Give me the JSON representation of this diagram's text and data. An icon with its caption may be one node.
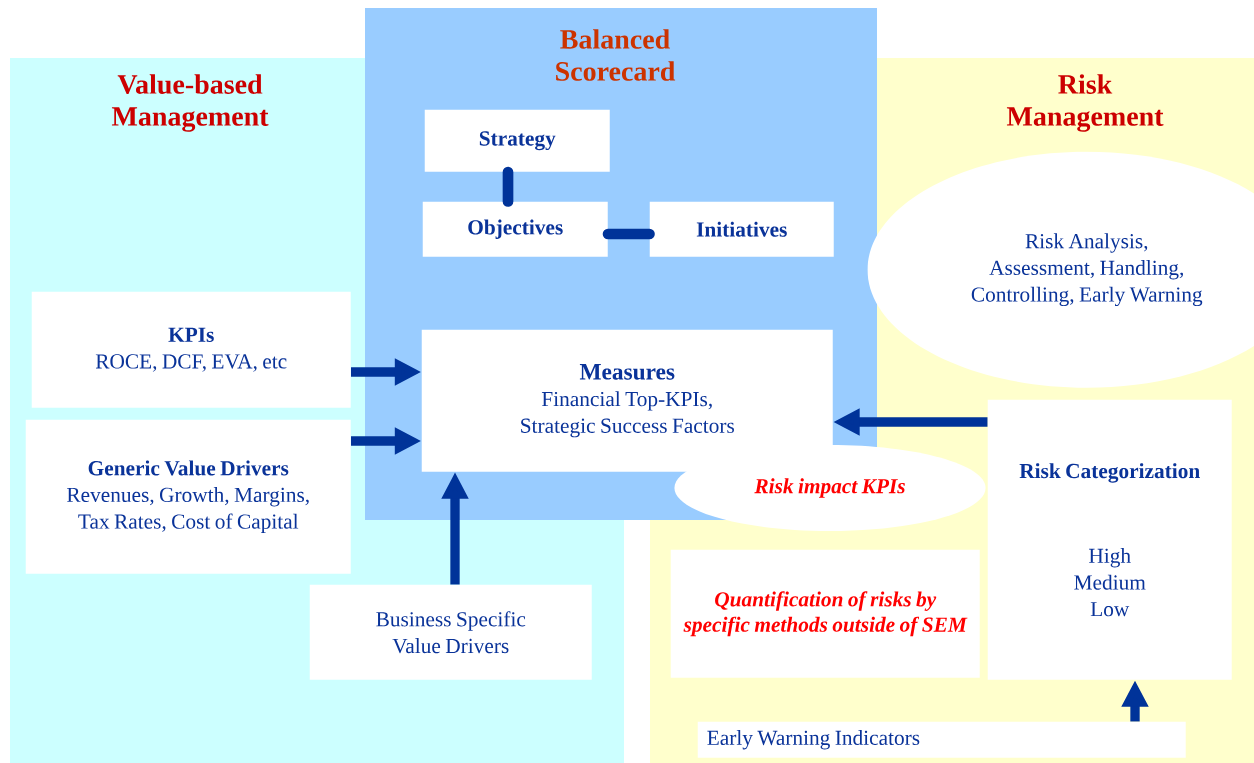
{
  "diagram": {
    "nodes": [
      {
        "text": [
          "Value-based Management"
        ]
      },
      {
        "text": [
          "Balanced Scorecard"
        ]
      },
      {
        "text": [
          "Risk Management"
        ]
      },
      {
        "text": [
          "Strategy"
        ],
        "in": 1
      },
      {
        "text": [
          "Objectives"
        ],
        "in": 1
      },
      {
        "text": [
          "Initiatives"
        ],
        "in": 1
      },
      {
        "text": [
          "Measures",
          "Financial Top-KPIs, Strategic Success Factors"
        ],
        "in": 1
      },
      {
        "text": [
          "Risk Analysis, Assessment, Handling, Controlling, Early Warning"
        ],
        "in": 2
      },
      {
        "text": [
          "KPIs",
          "ROCE, DCF, EVA, etc"
        ],
        "in": 0
      },
      {
        "text": [
          "Generic Value Drivers",
          "Revenues, Growth, Margins, Tax Rates, Cost of Capital"
        ],
        "in": 0
      },
      {
        "text": [
          "Risk impact KPIs"
        ]
      },
      {
        "text": [
          "Risk Categorization",
          "High Medium Low"
        ],
        "in": 2
      },
      {
        "text": [
          "Quantification of risks by specific methods outside of SEM"
        ],
        "in": 2
      },
      {
        "text": [
          "Business Specific Value Drivers"
        ],
        "in": 0
      },
      {
        "text": [
          "Early Warning Indicators"
        ],
        "in": 2
      }
    ],
    "edges": [
      {
        "from": 3,
        "to": 4,
        "arrow": "none"
      },
      {
        "from": 4,
        "to": 5,
        "arrow": "none"
      },
      {
        "from": 8,
        "to": 6,
        "arrow": "to"
      },
      {
        "from": 9,
        "to": 6,
        "arrow": "to"
      },
      {
        "from": 11,
        "to": 6,
        "arrow": "to"
      },
      {
        "from": 13,
        "to": 6,
        "arrow": "to"
      },
      {
        "from": 14,
        "to": 11,
        "arrow": "to"
      }
    ]
  }
}
